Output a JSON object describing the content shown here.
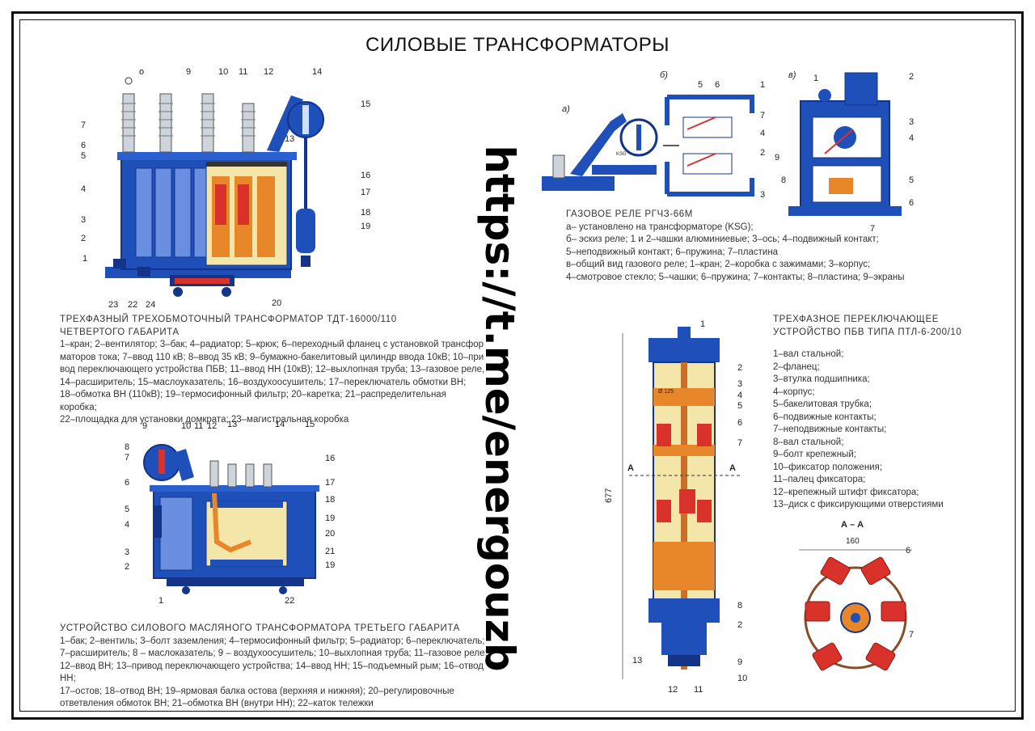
{
  "title": "СИЛОВЫЕ ТРАНСФОРМАТОРЫ",
  "watermark": "https://t.me/energouzb",
  "colors": {
    "blue": "#1f4fb8",
    "dark_blue": "#14348a",
    "orange": "#e8862a",
    "red": "#d8322a",
    "yellow": "#f3e6a8",
    "gray": "#c9c9c9",
    "frame": "#111111"
  },
  "fig1": {
    "callouts": [
      "o",
      "9",
      "10",
      "11",
      "12",
      "14",
      "15",
      "7",
      "6",
      "5",
      "4",
      "3",
      "2",
      "1",
      "23",
      "22",
      "24",
      "20",
      "13",
      "16",
      "17",
      "18",
      "19"
    ],
    "caption_head_1": "ТРЕХФАЗНЫЙ ТРЕХОБМОТОЧНЫЙ ТРАНСФОРМАТОР ТДТ-16000/110",
    "caption_head_2": "ЧЕТВЕРТОГО ГАБАРИТА",
    "caption_lines": [
      "1–кран; 2–вентилятор; 3–бак; 4–радиатор; 5–крюк; 6–переходный фланец с установкой трансфор",
      "маторов тока; 7–ввод 110 кВ; 8–ввод 35 кВ; 9–бумажно-бакелитовый цилиндр ввода 10кВ; 10–при",
      "вод переключающего устройства ПБВ; 11–ввод НН (10кВ); 12–выхлопная труба; 13–газовое реле,",
      "14–расширитель; 15–маслоуказатель; 16–воздухоосушитель; 17–переключатель обмотки ВН;",
      "18–обмотка ВН (110кВ); 19–термосифонный фильтр; 20–каретка; 21–распределительная коробка;",
      "22–площадка для установки домкрата; 23–магистральная коробка"
    ]
  },
  "fig2": {
    "callouts": [
      "9",
      "10",
      "11",
      "12",
      "13",
      "14",
      "15",
      "8",
      "7",
      "6",
      "5",
      "4",
      "3",
      "2",
      "1",
      "16",
      "17",
      "18",
      "19",
      "20",
      "21",
      "19",
      "22"
    ],
    "caption_head": "УСТРОЙСТВО СИЛОВОГО МАСЛЯНОГО ТРАНСФОРМАТОРА ТРЕТЬЕГО ГАБАРИТА",
    "caption_lines": [
      "1–бак; 2–вентиль; 3–болт заземления; 4–термосифонный фильтр; 5–радиатор; 6–переключатель;",
      "7–расширитель; 8 – маслоказатель; 9 – воздухоосушитель; 10–выхлопная труба; 11–газовое реле;",
      "12–ввод ВН; 13–привод переключающего устройства; 14–ввод НН; 15–подъемный рым; 16–отвод НН;",
      "17–остов; 18–отвод ВН; 19–ярмовая балка остова (верхняя и нижняя); 20–регулировочные",
      "ответвления обмоток ВН; 21–обмотка ВН (внутри НН); 22–каток тележки"
    ]
  },
  "relay": {
    "sub_a": "а)",
    "sub_b": "б)",
    "sub_c": "в)",
    "ksg": "KSG",
    "callouts_b": [
      "5",
      "6",
      "1",
      "7",
      "4",
      "2",
      "3"
    ],
    "callouts_c": [
      "1",
      "2",
      "3",
      "4",
      "9",
      "8",
      "5",
      "6",
      "7"
    ],
    "caption_head": "ГАЗОВОЕ РЕЛЕ  РГЧЗ-66М",
    "caption_lines": [
      "а– установлено на трансформаторе (KSG);",
      "б– эскиз реле; 1 и 2–чашки алюминиевые; 3–ось; 4–подвижный контакт;",
      "5–неподвижный контакт; 6–пружина; 7–пластина",
      "в–общий вид газового реле; 1–кран; 2–коробка с зажимами; 3–корпус;",
      "4–смотровое стекло; 5–чашки; 6–пружина; 7–контакты; 8–пластина; 9–экраны"
    ]
  },
  "switch": {
    "caption_head_1": "ТРЕХФАЗНОЕ ПЕРЕКЛЮЧАЮЩЕЕ",
    "caption_head_2": "УСТРОЙСТВО ПБВ ТИПА ПТЛ-6-200/10",
    "items": [
      "1–вал стальной;",
      "2–фланец;",
      "3–втулка подшипника;",
      "4–корпус;",
      "5–бакелитовая трубка;",
      "6–подвижные контакты;",
      "7–неподвижные контакты;",
      "8–вал стальной;",
      "9–болт крепежный;",
      "10–фиксатор положения;",
      "11–палец фиксатора;",
      "12–крепежный штифт фиксатора;",
      "13–диск с фиксирующими отверстиями"
    ],
    "dim_677": "677",
    "dim_125": "Ø 125",
    "section_a": "А",
    "section_title": "А – А",
    "dim_160": "160",
    "callouts": [
      "1",
      "2",
      "3",
      "4",
      "5",
      "6",
      "7",
      "8",
      "2",
      "9",
      "10",
      "11",
      "12",
      "13"
    ],
    "section_callouts": [
      "6",
      "7"
    ]
  }
}
